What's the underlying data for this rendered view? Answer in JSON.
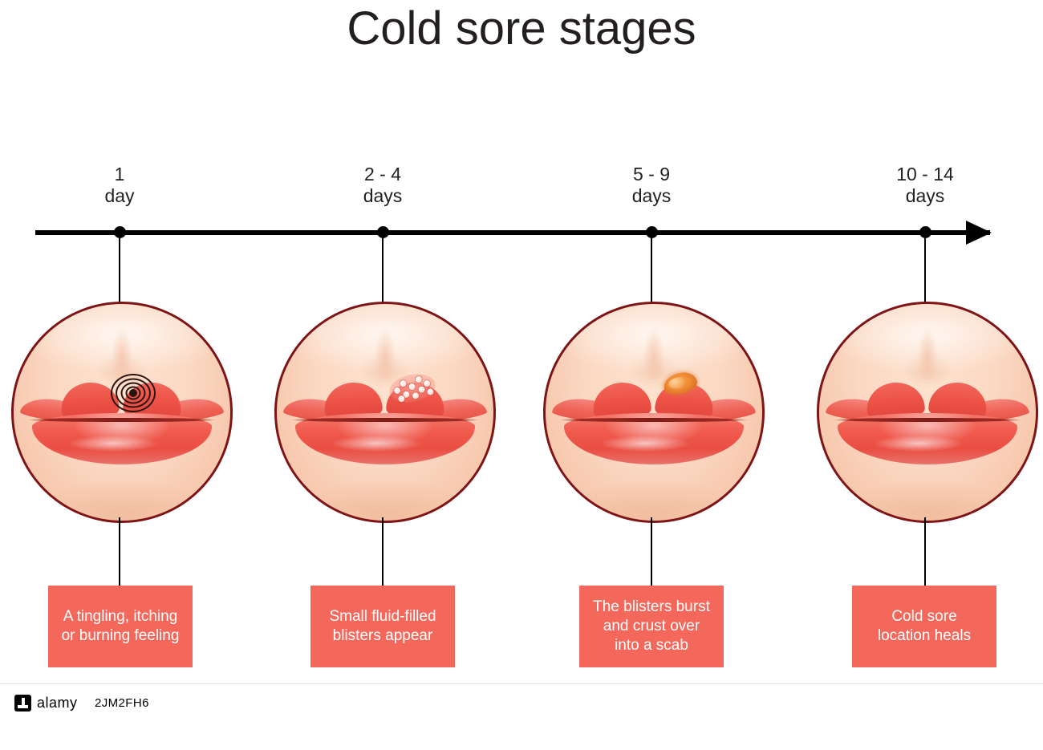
{
  "title": "Cold sore stages",
  "timeline": {
    "stages": [
      {
        "num": "1",
        "unit": "day",
        "caption": "A tingling, itching\nor burning feeling",
        "caption_lines": [
          "A tingling, itching",
          "or burning feeling"
        ],
        "lesion": "target-rings",
        "lesion_label": "tingling-spot"
      },
      {
        "num": "2 - 4",
        "unit": "days",
        "caption": "Small fluid-filled\nblisters appear",
        "caption_lines": [
          "Small fluid-filled",
          "blisters appear"
        ],
        "lesion": "blister-cluster",
        "lesion_label": "fluid-filled-blisters"
      },
      {
        "num": "5 - 9",
        "unit": "days",
        "caption": "The blisters burst\nand crust over\ninto a scab",
        "caption_lines": [
          "The blisters burst",
          "and crust over",
          "into a scab"
        ],
        "lesion": "scab",
        "lesion_label": "crusted-scab"
      },
      {
        "num": "10 - 14",
        "unit": "days",
        "caption": "Cold sore\nlocation heals",
        "caption_lines": [
          "Cold sore",
          "location heals"
        ],
        "lesion": "none",
        "lesion_label": "healed-lip"
      }
    ]
  },
  "footer": {
    "brand": "alamy",
    "image_id": "2JM2FH6"
  },
  "colors": {
    "caption_background": "#f4685c",
    "circle_outline": "#7e1416",
    "lip_red": "#ef5747",
    "skin": "#fbd8c2",
    "axis": "#000000",
    "title_text": "#231f20",
    "caption_text": "#ffffff"
  }
}
